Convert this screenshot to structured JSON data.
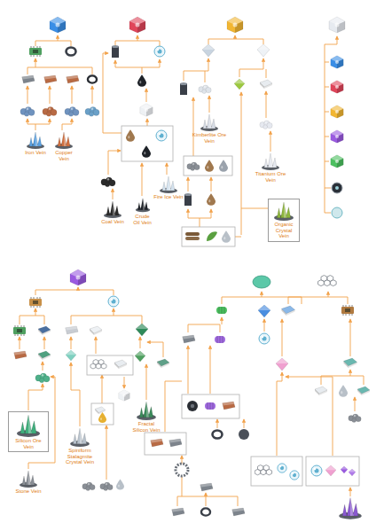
{
  "diagram": {
    "nodes": [
      {
        "text": [
          "Iron Vein"
        ]
      },
      {
        "text": [
          "Copper Vein"
        ]
      },
      {
        "text": [
          "Coal Vein"
        ]
      },
      {
        "text": [
          "Crude Oil Vein"
        ]
      },
      {
        "text": [
          "Fire Ice Vein"
        ]
      },
      {
        "text": [
          "Kimberlite Ore Vein"
        ]
      },
      {
        "text": [
          "Titanium Ore Vein"
        ]
      },
      {
        "text": [
          "Organic Crystal Vein"
        ]
      },
      {
        "text": [
          "Silicon Ore Vein"
        ]
      },
      {
        "text": [
          "Stone Vein"
        ]
      },
      {
        "text": [
          "Spiniform Stalagmite Crystal Vein"
        ]
      },
      {
        "text": [
          "Fractal Silicon Vein"
        ]
      }
    ]
  }
}
